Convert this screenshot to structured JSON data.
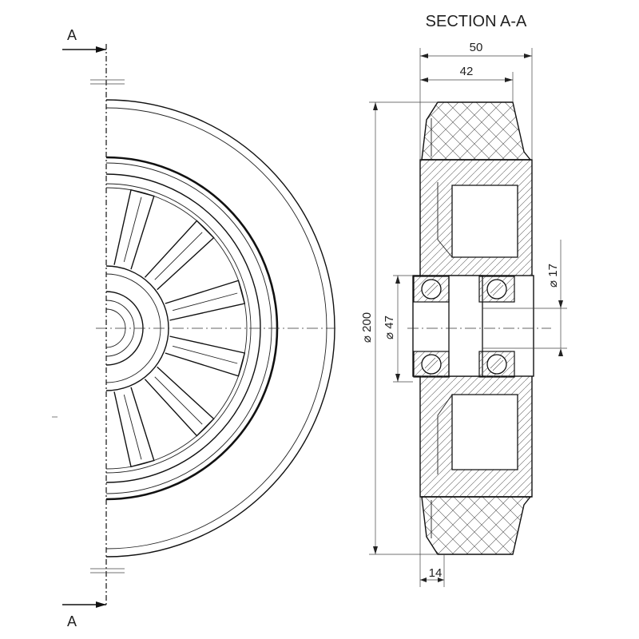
{
  "drawing": {
    "section_title": "SECTION A-A",
    "cut_label_top": "A",
    "cut_label_bottom": "A",
    "dimensions": {
      "width_total": "50",
      "width_hub": "42",
      "width_tread_edge": "14",
      "dia_outer": "200",
      "dia_bearing": "47",
      "dia_bore": "17"
    },
    "diameter_symbol": "⌀"
  }
}
